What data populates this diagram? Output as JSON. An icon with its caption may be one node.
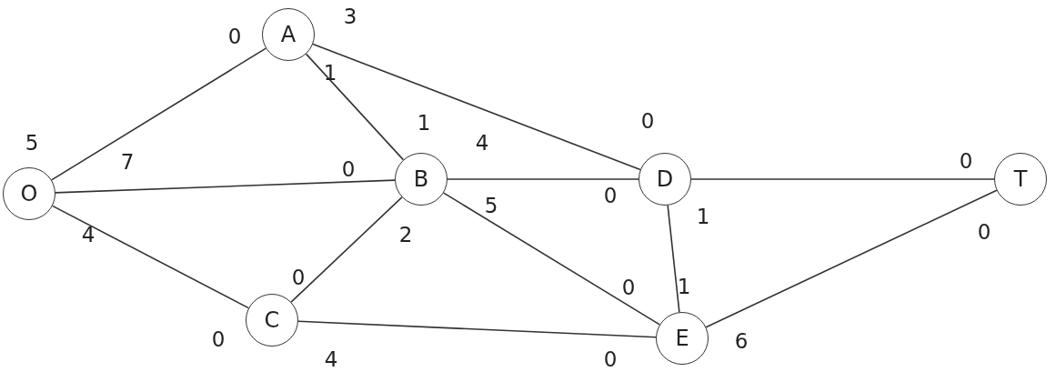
{
  "diagram": {
    "nodes": [
      {
        "text": [
          "A"
        ]
      },
      {
        "text": [
          "O"
        ]
      },
      {
        "text": [
          "B"
        ]
      },
      {
        "text": [
          "D"
        ]
      },
      {
        "text": [
          "T"
        ]
      },
      {
        "text": [
          "C"
        ]
      },
      {
        "text": [
          "E"
        ]
      }
    ],
    "edges": [
      {
        "from": 1,
        "to": 0,
        "arrow": "none"
      },
      {
        "from": 1,
        "to": 2,
        "arrow": "none"
      },
      {
        "from": 1,
        "to": 5,
        "arrow": "none"
      },
      {
        "from": 0,
        "to": 2,
        "arrow": "none"
      },
      {
        "from": 0,
        "to": 3,
        "arrow": "none"
      },
      {
        "from": 2,
        "to": 3,
        "arrow": "none"
      },
      {
        "from": 2,
        "to": 5,
        "arrow": "none"
      },
      {
        "from": 2,
        "to": 6,
        "arrow": "none"
      },
      {
        "from": 5,
        "to": 6,
        "arrow": "none"
      },
      {
        "from": 3,
        "to": 4,
        "arrow": "none"
      },
      {
        "from": 3,
        "to": 6,
        "arrow": "none"
      },
      {
        "from": 6,
        "to": 4,
        "arrow": "none"
      }
    ],
    "labels": [
      "3",
      "0",
      "1",
      "1",
      "0",
      "5",
      "4",
      "7",
      "0",
      "0",
      "0",
      "4",
      "5",
      "1",
      "2",
      "0",
      "0",
      "0",
      "1",
      "0",
      "6",
      "4",
      "0"
    ]
  }
}
